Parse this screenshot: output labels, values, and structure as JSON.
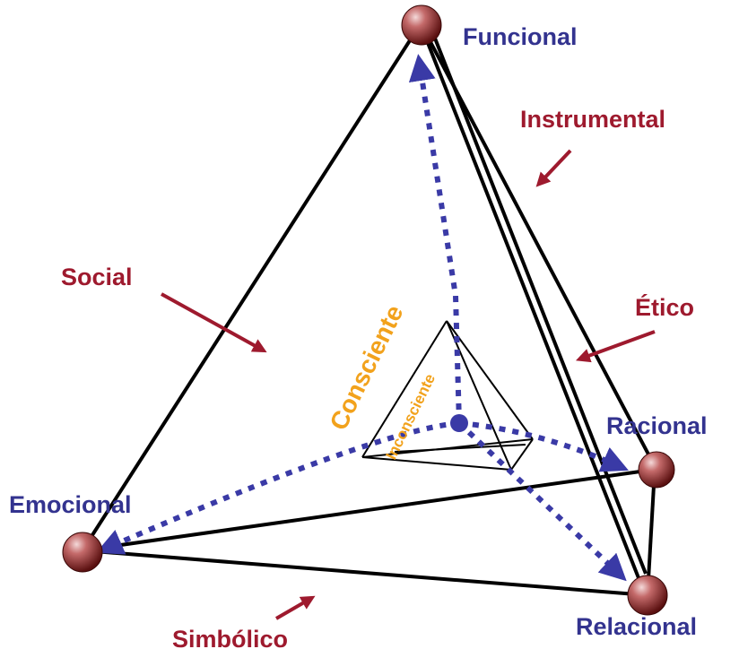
{
  "colors": {
    "vertex_label": "#33338f",
    "face_label": "#9e1a2e",
    "inner_label": "#f2a21c",
    "edge": "#000000",
    "dotted_arrow": "#3a3aa6",
    "face_arrow": "#9e1a2e",
    "node_fill": "#b04a4a"
  },
  "vertices": {
    "funcional": "Funcional",
    "racional": "Racional",
    "emocional": "Emocional",
    "relacional": "Relacional"
  },
  "faces": {
    "instrumental": "Instrumental",
    "social": "Social",
    "etico": "Ético",
    "simbolico": "Simbólico"
  },
  "inner": {
    "consciente": "Consciente",
    "inconsciente": "Inconsciente"
  }
}
